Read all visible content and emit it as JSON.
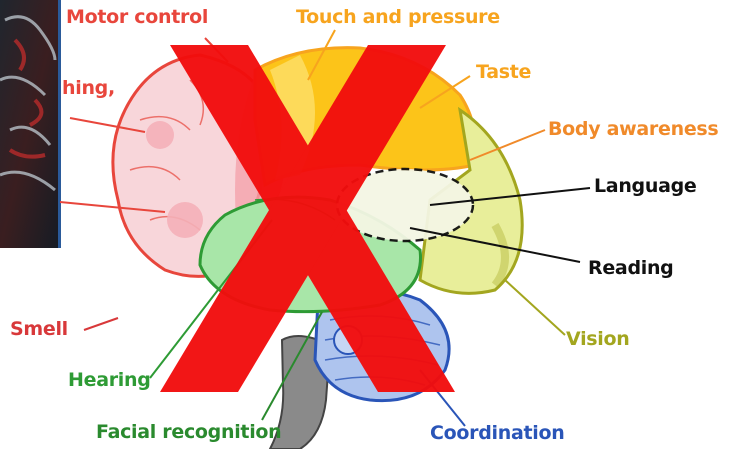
{
  "labels": {
    "motor_control": "Motor control",
    "touch_pressure": "Touch and pressure",
    "taste": "Taste",
    "body_awareness": "Body awareness",
    "language": "Language",
    "reading": "Reading",
    "vision": "Vision",
    "smell": "Smell",
    "hearing": "Hearing",
    "facial_recognition": "Facial recognition",
    "coordination": "Coordination",
    "truncated_left": "hing,"
  },
  "colors": {
    "motor": "#e8463c",
    "touch": "#f7a41e",
    "body": "#f08a2a",
    "dark": "#111111",
    "vision": "#a3a61f",
    "smell": "#d8383a",
    "hearing": "#2e9b35",
    "facial": "#2a8a2e",
    "coordination": "#2a55b8",
    "cross": "#f20d0d"
  }
}
